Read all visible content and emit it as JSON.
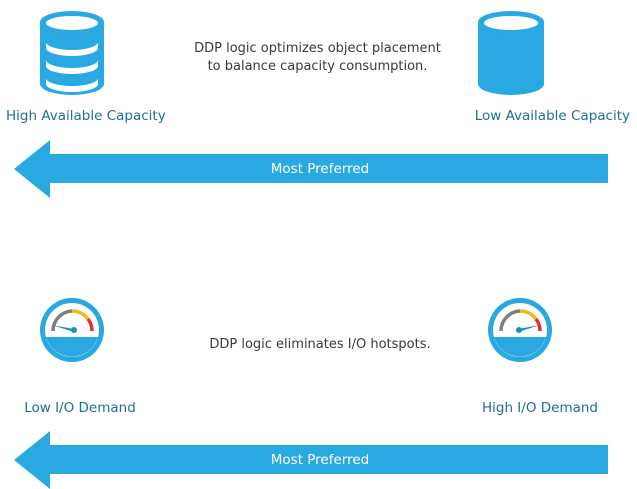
{
  "colors": {
    "accent": "#29a9e1",
    "caption": "#1f6f9a",
    "gauge_gray": "#7f7f7f",
    "gauge_yellow": "#f5b51b",
    "gauge_red": "#e8312d"
  },
  "capacity": {
    "left_label": "High Available Capacity",
    "right_label": "Low Available Capacity",
    "description_line1": "DDP logic optimizes object placement",
    "description_line2": "to balance capacity consumption.",
    "arrow_label": "Most Preferred",
    "left_icon": "database-icon",
    "right_icon": "database-icon"
  },
  "io": {
    "left_label": "Low I/O Demand",
    "right_label": "High I/O Demand",
    "description": "DDP logic eliminates I/O hotspots.",
    "arrow_label": "Most Preferred",
    "left_icon": "gauge-icon",
    "right_icon": "gauge-icon"
  }
}
